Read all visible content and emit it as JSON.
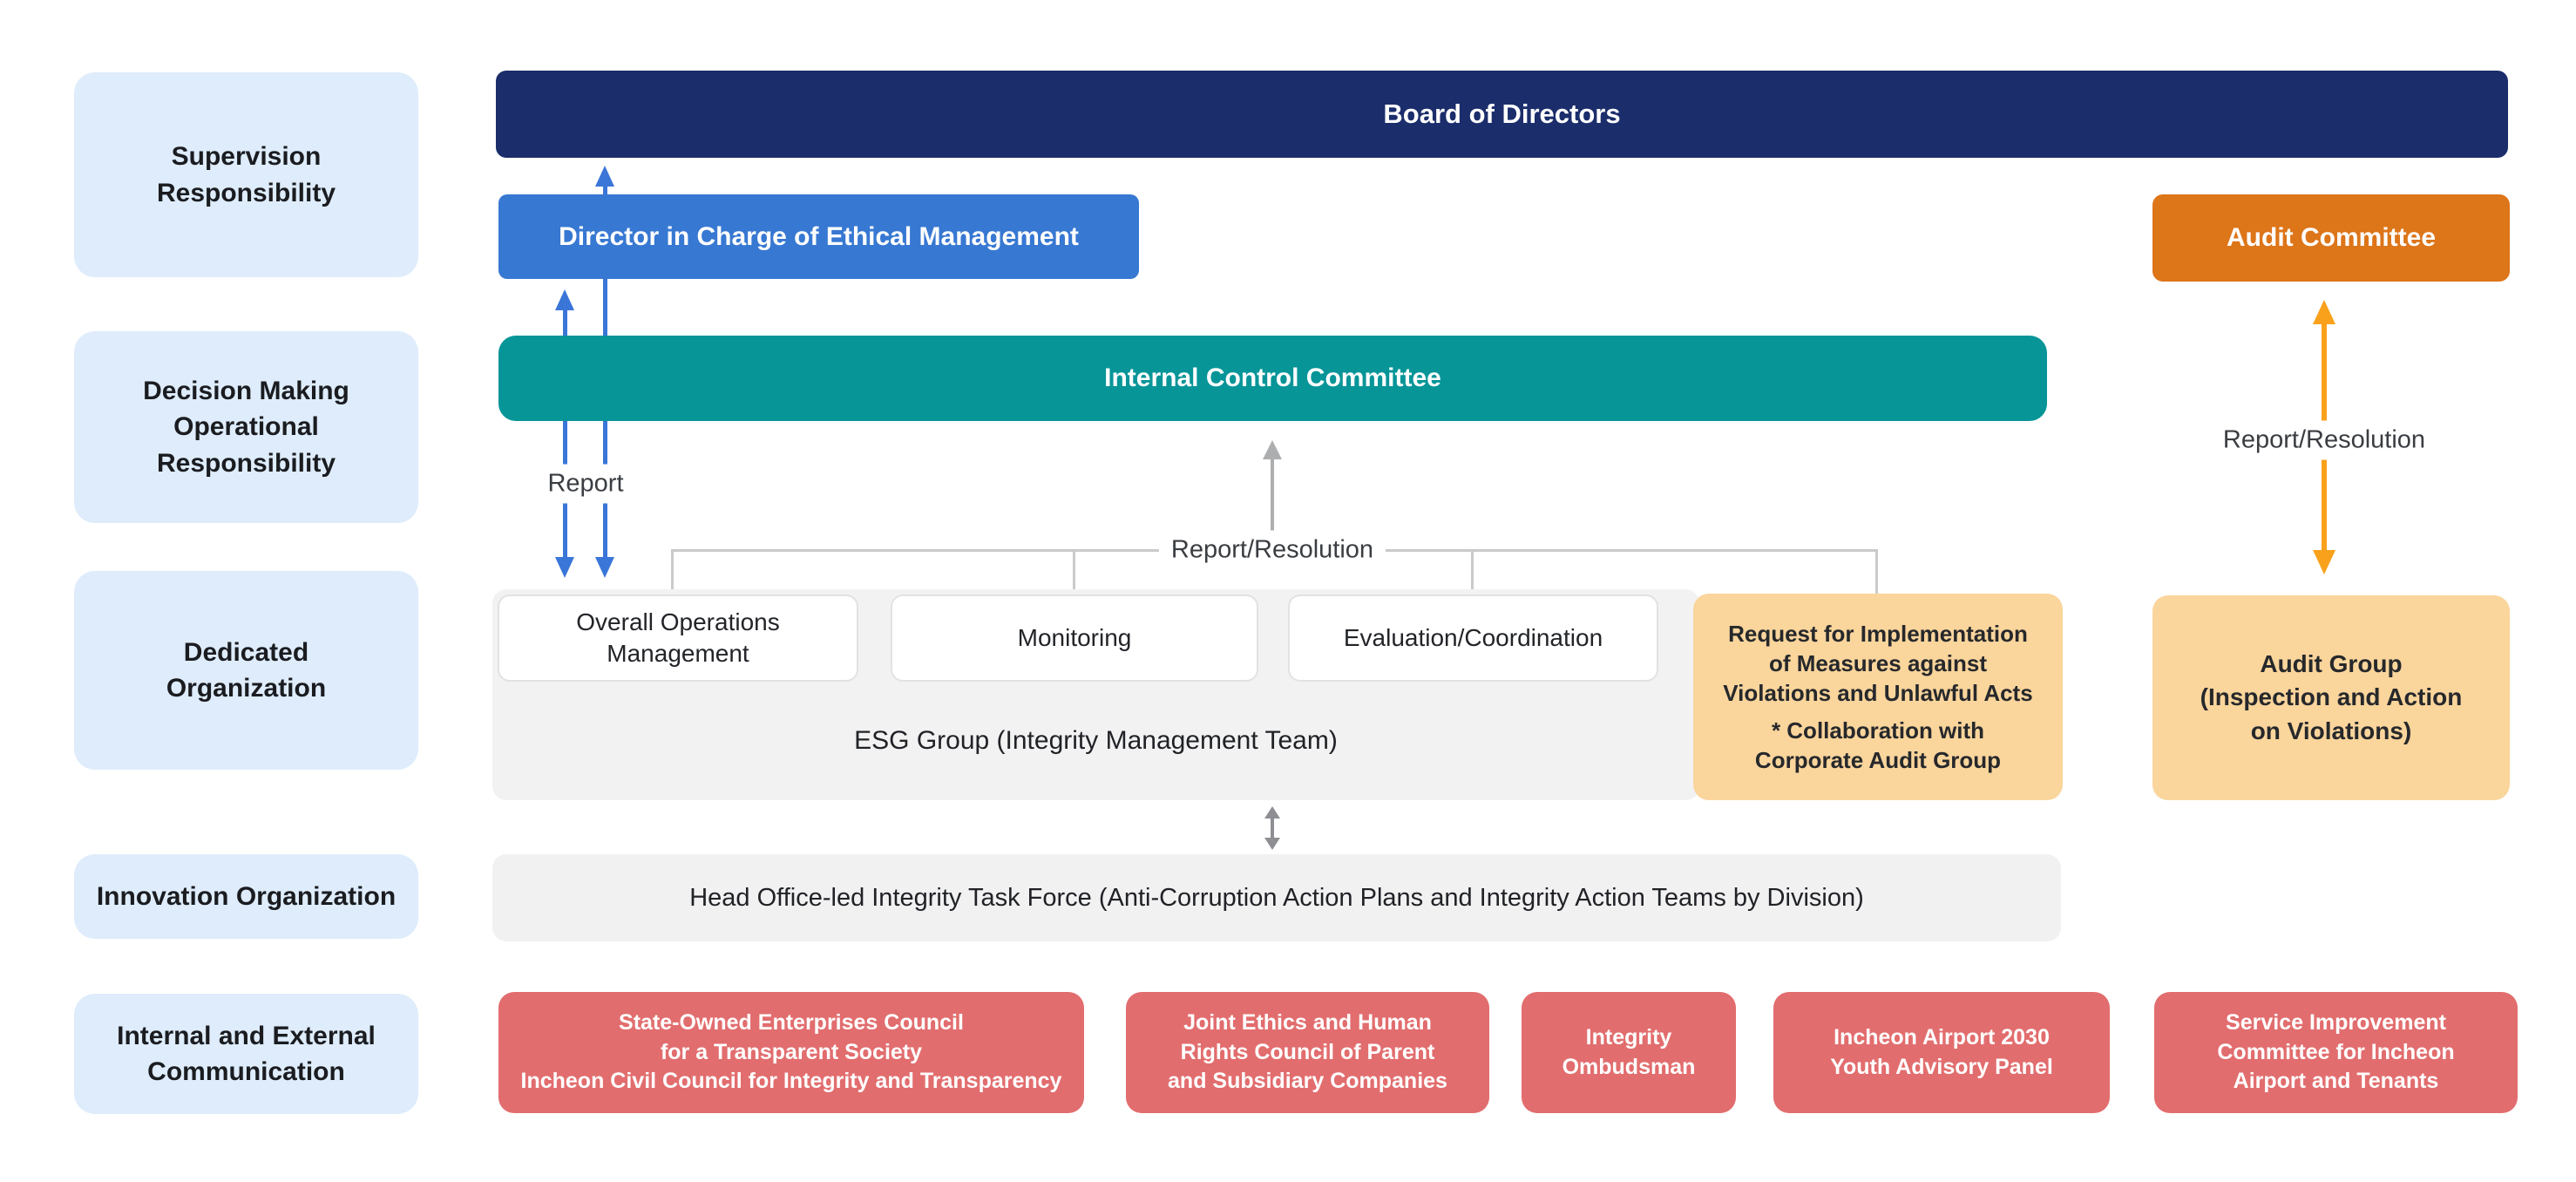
{
  "colors": {
    "light_blue": "#DEECFB",
    "navy": "#1B2D6B",
    "blue": "#3778D2",
    "teal": "#079598",
    "orange": "#DD7519",
    "light_orange": "#FAD59C",
    "red": "#E26D6E",
    "panel_gray": "#F2F2F3",
    "connector_gray": "#C9CACB",
    "arrow_blue": "#3A76D8",
    "arrow_orange": "#F9A11B"
  },
  "sidebar": {
    "items": [
      {
        "label": "Supervision\nResponsibility"
      },
      {
        "label": "Decision Making\nOperational\nResponsibility"
      },
      {
        "label": "Dedicated\nOrganization"
      },
      {
        "label": "Innovation Organization"
      },
      {
        "label": "Internal and External\nCommunication"
      }
    ]
  },
  "diagram": {
    "board": "Board of Directors",
    "director": "Director in Charge of Ethical Management",
    "audit_committee": "Audit Committee",
    "internal_control": "Internal Control Committee",
    "labels": {
      "report": "Report",
      "report_resolution_center": "Report/Resolution",
      "report_resolution_right": "Report/Resolution"
    },
    "dedicated": {
      "functions": [
        "Overall Operations\nManagement",
        "Monitoring",
        "Evaluation/Coordination"
      ],
      "esg_group": "ESG Group (Integrity Management Team)",
      "request": "Request for Implementation\nof Measures against\nViolations and Unlawful Acts",
      "request_note": "* Collaboration with\nCorporate Audit Group",
      "audit_group": "Audit Group\n(Inspection and Action\non Violations)"
    },
    "innovation": {
      "task_force": "Head Office-led Integrity Task Force (Anti-Corruption Action Plans and Integrity Action Teams by Division)"
    },
    "communication": {
      "boxes": [
        "State-Owned Enterprises Council\nfor a Transparent Society\nIncheon Civil Council for Integrity and Transparency",
        "Joint Ethics and Human\nRights Council of Parent\nand Subsidiary Companies",
        "Integrity\nOmbudsman",
        "Incheon Airport 2030\nYouth Advisory Panel",
        "Service Improvement\nCommittee for Incheon\nAirport and Tenants"
      ]
    }
  }
}
